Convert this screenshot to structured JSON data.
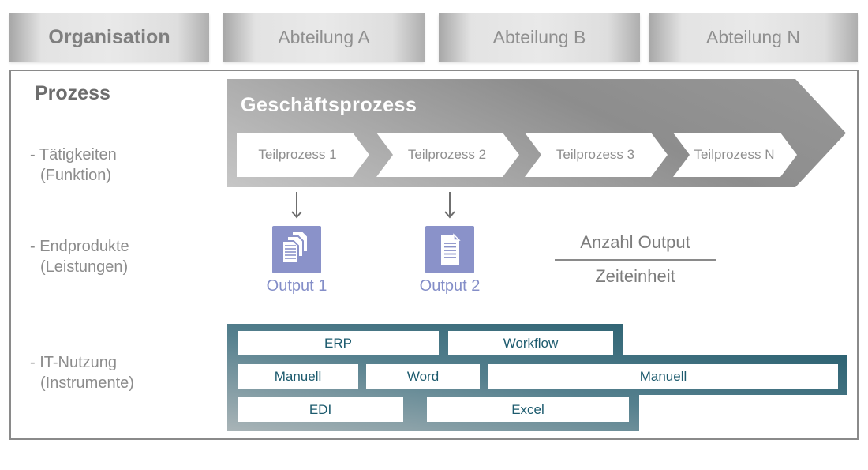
{
  "org_row": {
    "items": [
      {
        "label": "Organisation",
        "emphasis": true
      },
      {
        "label": "Abteilung A",
        "emphasis": false
      },
      {
        "label": "Abteilung B",
        "emphasis": false
      },
      {
        "label": "Abteilung N",
        "emphasis": false
      }
    ]
  },
  "left_panel": {
    "title": "Prozess",
    "items": [
      {
        "line1": "- Tätigkeiten",
        "line2": "(Funktion)"
      },
      {
        "line1": "- Endprodukte",
        "line2": "(Leistungen)"
      },
      {
        "line1": "- IT-Nutzung",
        "line2": "(Instrumente)"
      }
    ]
  },
  "process_arrow": {
    "title": "Geschäftsprozess",
    "steps": [
      "Teilprozess 1",
      "Teilprozess 2",
      "Teilprozess 3",
      "Teilprozess N"
    ]
  },
  "outputs": [
    {
      "label": "Output 1",
      "icon": "documents-stack-icon"
    },
    {
      "label": "Output 2",
      "icon": "document-icon"
    }
  ],
  "formula": {
    "numerator": "Anzahl Output",
    "denominator": "Zeiteinheit"
  },
  "it_usage": {
    "rows": [
      [
        "ERP",
        "Workflow"
      ],
      [
        "Manuell",
        "Word",
        "Manuell"
      ],
      [
        "EDI",
        "Excel"
      ]
    ]
  },
  "colors": {
    "accent_purple": "#8a92c9",
    "teal_dark": "#2e6373",
    "teal_light": "#a9b4b7",
    "it_text": "#1d5b6e",
    "gray_text": "#8c8c8c",
    "arrow_gray": "#8d8d8d"
  }
}
